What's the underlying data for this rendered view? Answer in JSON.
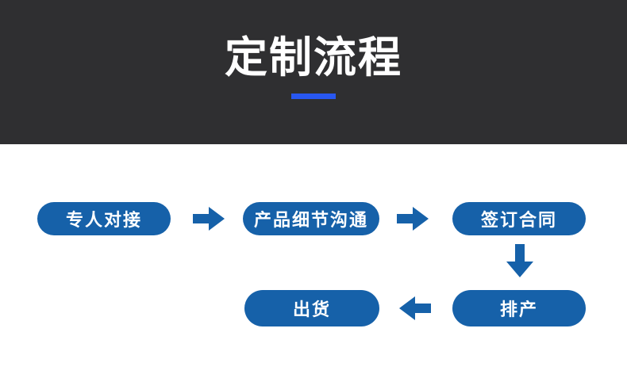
{
  "header": {
    "title": "定制流程",
    "background_color": "#2f2f31",
    "title_color": "#ffffff",
    "underline_color": "#2857f0"
  },
  "flow": {
    "node_fill_color": "#1661a9",
    "node_text_color": "#ffffff",
    "arrow_color": "#1661a9",
    "nodes": [
      {
        "step": 1,
        "label": "专人对接"
      },
      {
        "step": 2,
        "label": "产品细节沟通"
      },
      {
        "step": 3,
        "label": "签订合同"
      },
      {
        "step": 4,
        "label": "排产"
      },
      {
        "step": 5,
        "label": "出货"
      }
    ],
    "connections": [
      {
        "from": "专人对接",
        "to": "产品细节沟通",
        "direction": "right"
      },
      {
        "from": "产品细节沟通",
        "to": "签订合同",
        "direction": "right"
      },
      {
        "from": "签订合同",
        "to": "排产",
        "direction": "down"
      },
      {
        "from": "排产",
        "to": "出货",
        "direction": "left"
      }
    ]
  }
}
